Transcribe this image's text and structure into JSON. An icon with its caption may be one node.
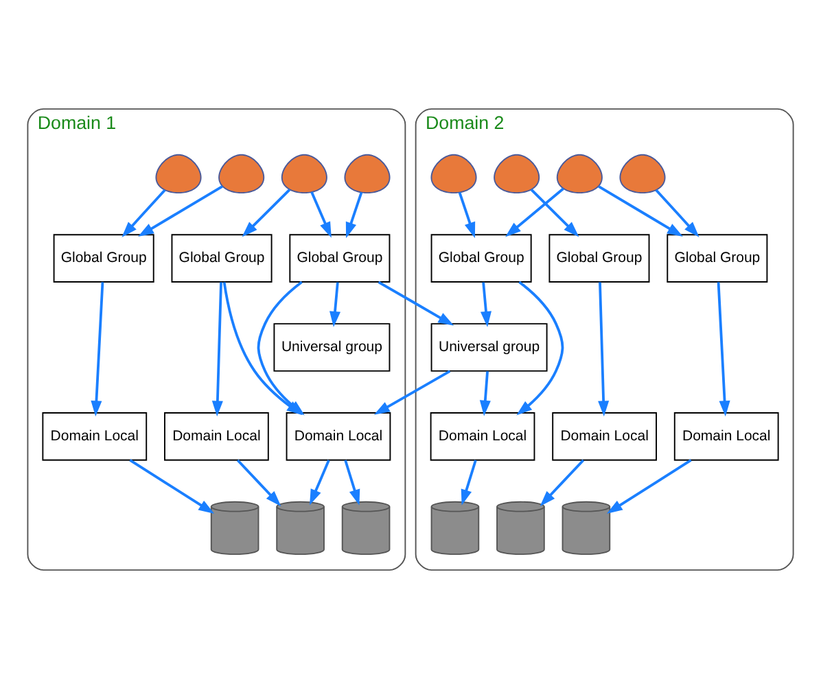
{
  "diagram": {
    "nodes": [
      {
        "text": [
          "Domain 1"
        ]
      },
      {
        "text": [],
        "shape": "person",
        "in": 0
      },
      {
        "text": [],
        "shape": "person",
        "in": 0
      },
      {
        "text": [],
        "shape": "person",
        "in": 0
      },
      {
        "text": [],
        "shape": "person",
        "in": 0
      },
      {
        "text": [
          "Global Group"
        ],
        "in": 0
      },
      {
        "text": [
          "Global Group"
        ],
        "in": 0
      },
      {
        "text": [
          "Global Group"
        ],
        "in": 0
      },
      {
        "text": [
          "Universal group"
        ],
        "in": 0
      },
      {
        "text": [
          "Domain Local"
        ],
        "in": 0
      },
      {
        "text": [
          "Domain Local"
        ],
        "in": 0
      },
      {
        "text": [
          "Domain Local"
        ],
        "in": 0
      },
      {
        "text": [],
        "shape": "cylinder",
        "in": 0
      },
      {
        "text": [],
        "shape": "cylinder",
        "in": 0
      },
      {
        "text": [],
        "shape": "cylinder",
        "in": 0
      },
      {
        "text": [
          "Domain 2"
        ]
      },
      {
        "text": [],
        "shape": "person",
        "in": 15
      },
      {
        "text": [],
        "shape": "person",
        "in": 15
      },
      {
        "text": [],
        "shape": "person",
        "in": 15
      },
      {
        "text": [],
        "shape": "person",
        "in": 15
      },
      {
        "text": [
          "Global Group"
        ],
        "in": 15
      },
      {
        "text": [
          "Global Group"
        ],
        "in": 15
      },
      {
        "text": [
          "Global Group"
        ],
        "in": 15
      },
      {
        "text": [
          "Universal group"
        ],
        "in": 15
      },
      {
        "text": [
          "Domain Local"
        ],
        "in": 15
      },
      {
        "text": [
          "Domain Local"
        ],
        "in": 15
      },
      {
        "text": [
          "Domain Local"
        ],
        "in": 15
      },
      {
        "text": [],
        "shape": "cylinder",
        "in": 15
      },
      {
        "text": [],
        "shape": "cylinder",
        "in": 15
      },
      {
        "text": [],
        "shape": "cylinder",
        "in": 15
      }
    ],
    "edges": [
      {
        "from": 1,
        "to": 5,
        "arrow": "to"
      },
      {
        "from": 2,
        "to": 5,
        "arrow": "to"
      },
      {
        "from": 3,
        "to": 6,
        "arrow": "to"
      },
      {
        "from": 3,
        "to": 7,
        "arrow": "to"
      },
      {
        "from": 4,
        "to": 7,
        "arrow": "to"
      },
      {
        "from": 5,
        "to": 9,
        "arrow": "to"
      },
      {
        "from": 6,
        "to": 10,
        "arrow": "to"
      },
      {
        "from": 6,
        "to": 11,
        "arrow": "to"
      },
      {
        "from": 7,
        "to": 11,
        "arrow": "to"
      },
      {
        "from": 7,
        "to": 8,
        "arrow": "to"
      },
      {
        "from": 7,
        "to": 23,
        "arrow": "to"
      },
      {
        "from": 9,
        "to": 12,
        "arrow": "to"
      },
      {
        "from": 10,
        "to": 13,
        "arrow": "to"
      },
      {
        "from": 11,
        "to": 13,
        "arrow": "to"
      },
      {
        "from": 11,
        "to": 14,
        "arrow": "to"
      },
      {
        "from": 16,
        "to": 20,
        "arrow": "to"
      },
      {
        "from": 17,
        "to": 21,
        "arrow": "to"
      },
      {
        "from": 18,
        "to": 20,
        "arrow": "to"
      },
      {
        "from": 18,
        "to": 22,
        "arrow": "to"
      },
      {
        "from": 19,
        "to": 22,
        "arrow": "to"
      },
      {
        "from": 20,
        "to": 23,
        "arrow": "to"
      },
      {
        "from": 20,
        "to": 24,
        "arrow": "to"
      },
      {
        "from": 21,
        "to": 25,
        "arrow": "to"
      },
      {
        "from": 22,
        "to": 26,
        "arrow": "to"
      },
      {
        "from": 23,
        "to": 11,
        "arrow": "to"
      },
      {
        "from": 23,
        "to": 24,
        "arrow": "to"
      },
      {
        "from": 24,
        "to": 27,
        "arrow": "to"
      },
      {
        "from": 25,
        "to": 28,
        "arrow": "to"
      },
      {
        "from": 26,
        "to": 29,
        "arrow": "to"
      }
    ]
  }
}
